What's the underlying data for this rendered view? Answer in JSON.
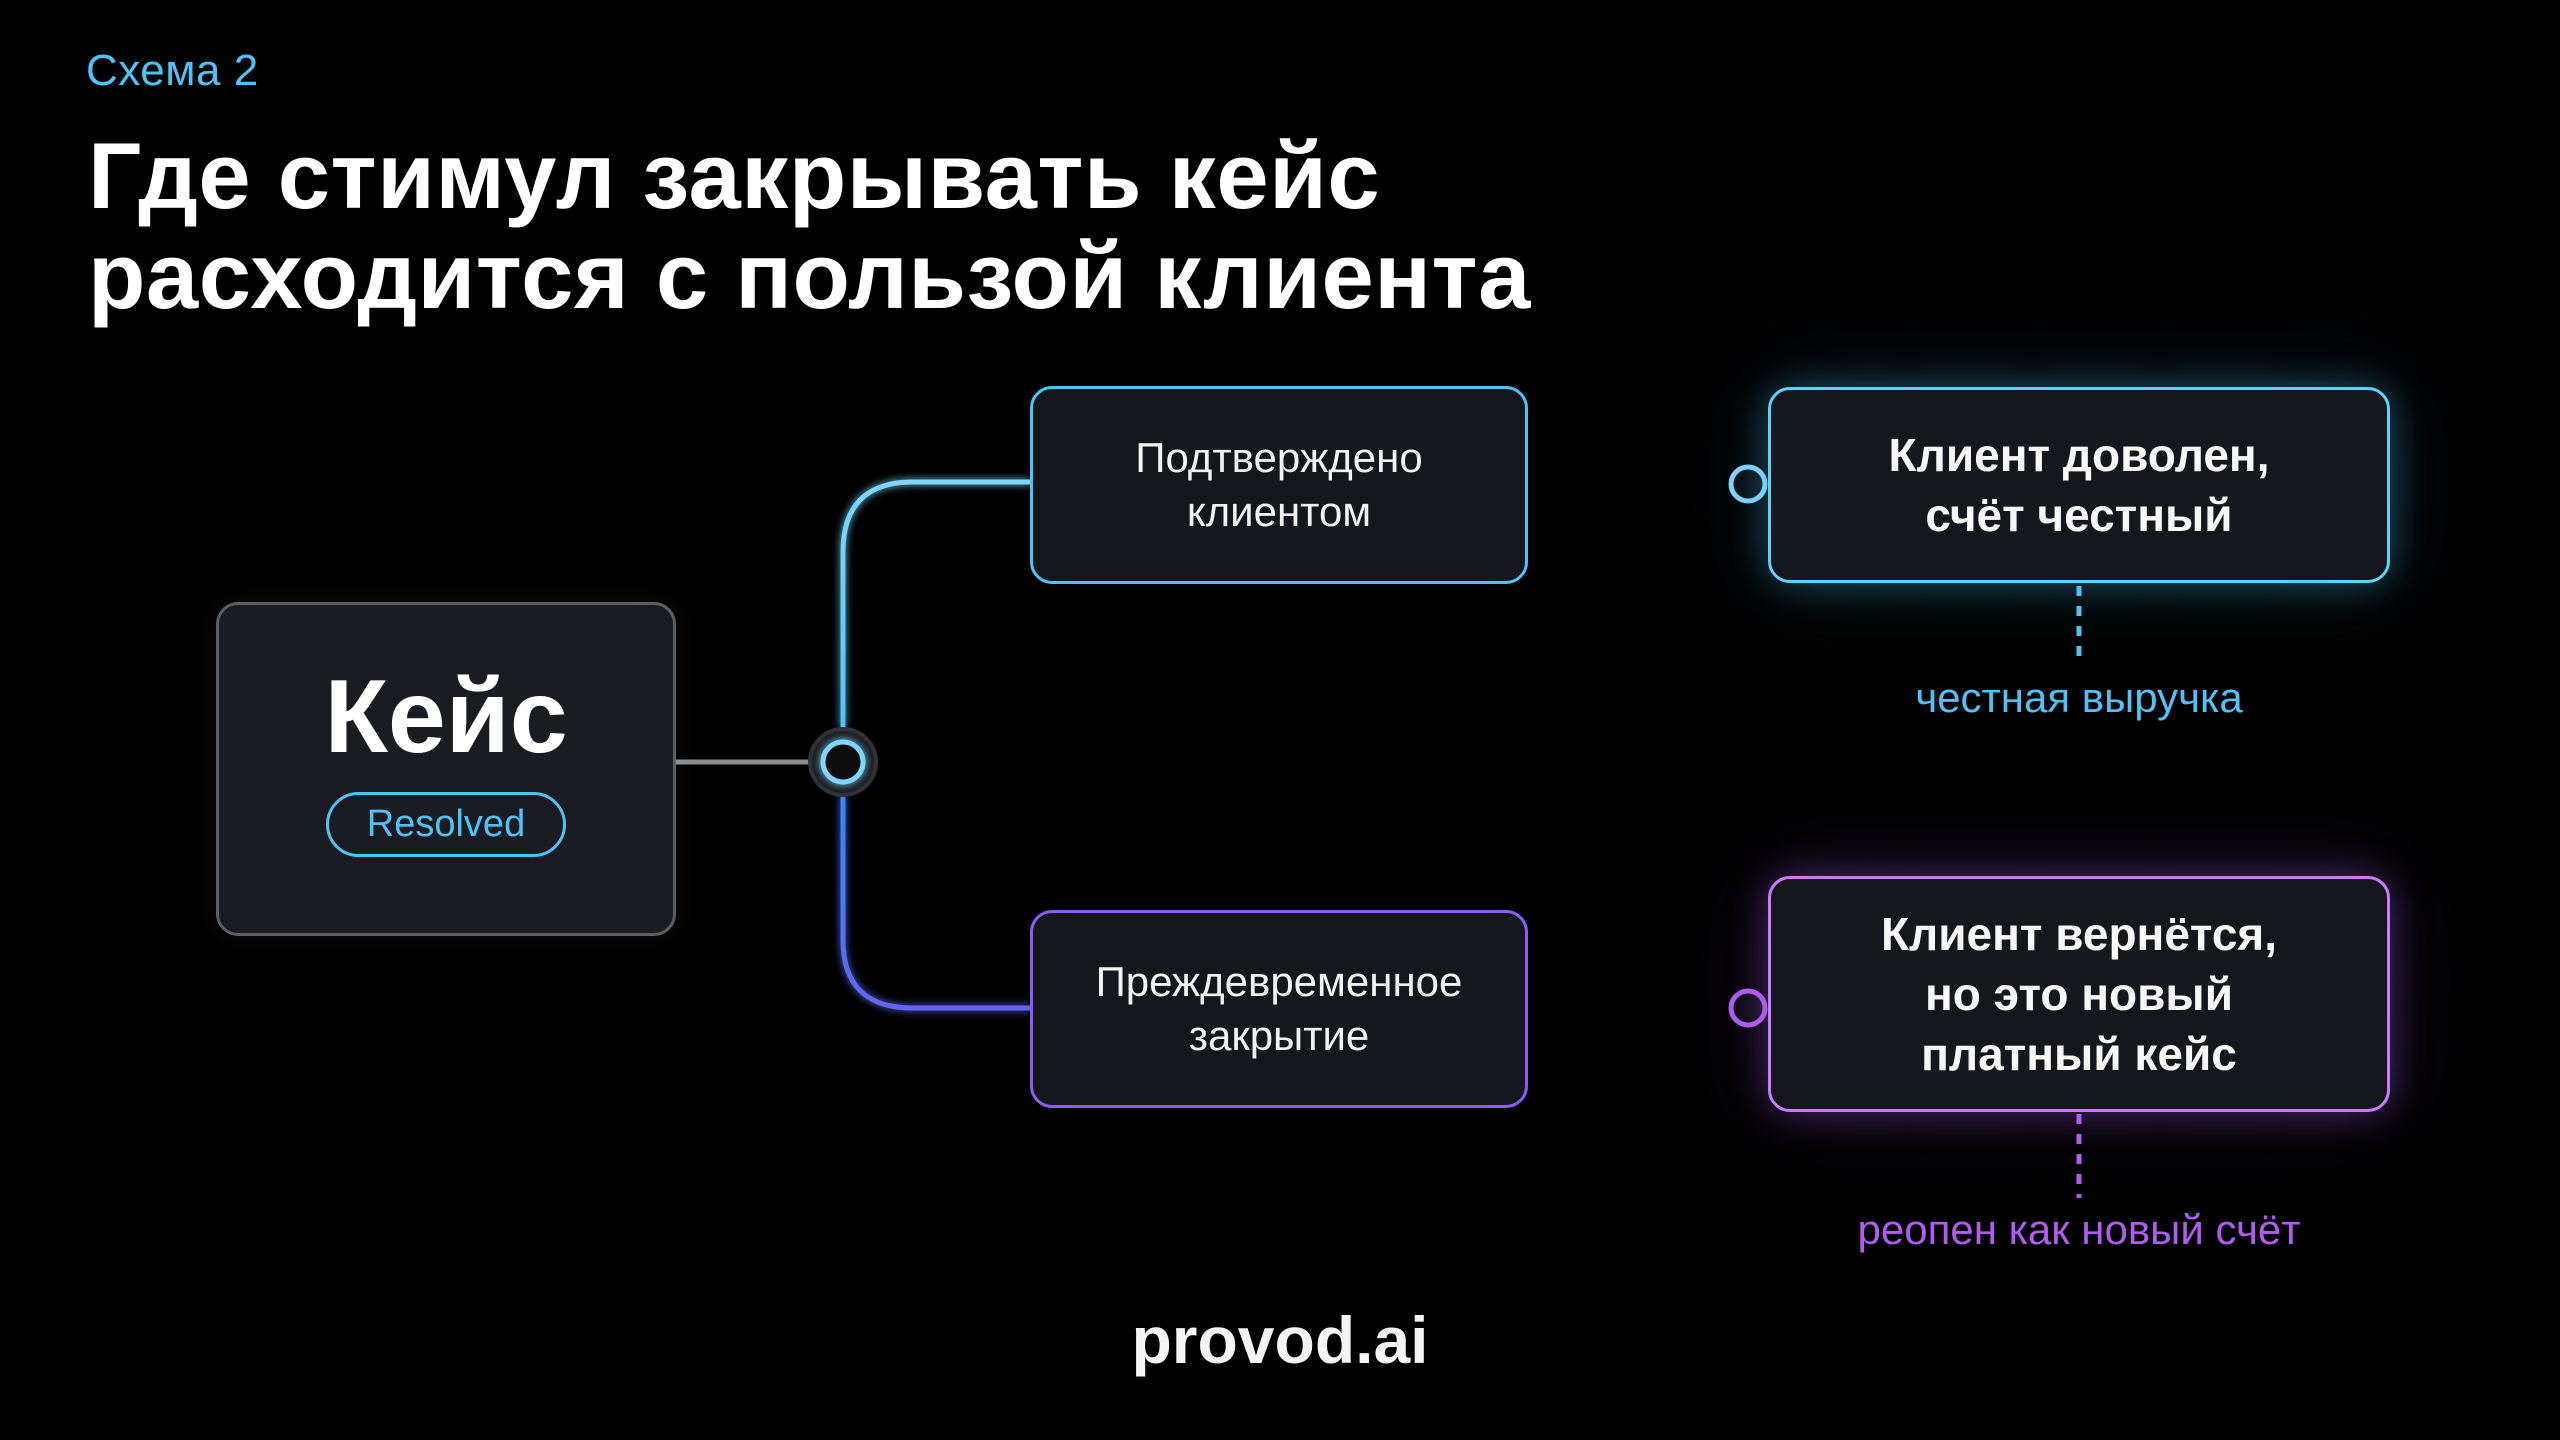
{
  "header": {
    "eyebrow": "Схема 2",
    "title_line1": "Где стимул закрывать кейс",
    "title_line2": "расходится с пользой клиента"
  },
  "case": {
    "title": "Кейс",
    "badge": "Resolved"
  },
  "branches": {
    "top": {
      "label_line1": "Подтверждено",
      "label_line2": "клиентом",
      "outcome_line1": "Клиент доволен,",
      "outcome_line2": "счёт честный",
      "note": "честная выручка",
      "color": "#4fc3f7"
    },
    "bottom": {
      "label_line1": "Преждевременное",
      "label_line2": "закрытие",
      "outcome_line1": "Клиент вернётся,",
      "outcome_line2": "но это новый",
      "outcome_line3": "платный кейс",
      "note": "реопен как новый счёт",
      "color": "#a855f7"
    }
  },
  "footer": {
    "brand": "provod.ai"
  }
}
